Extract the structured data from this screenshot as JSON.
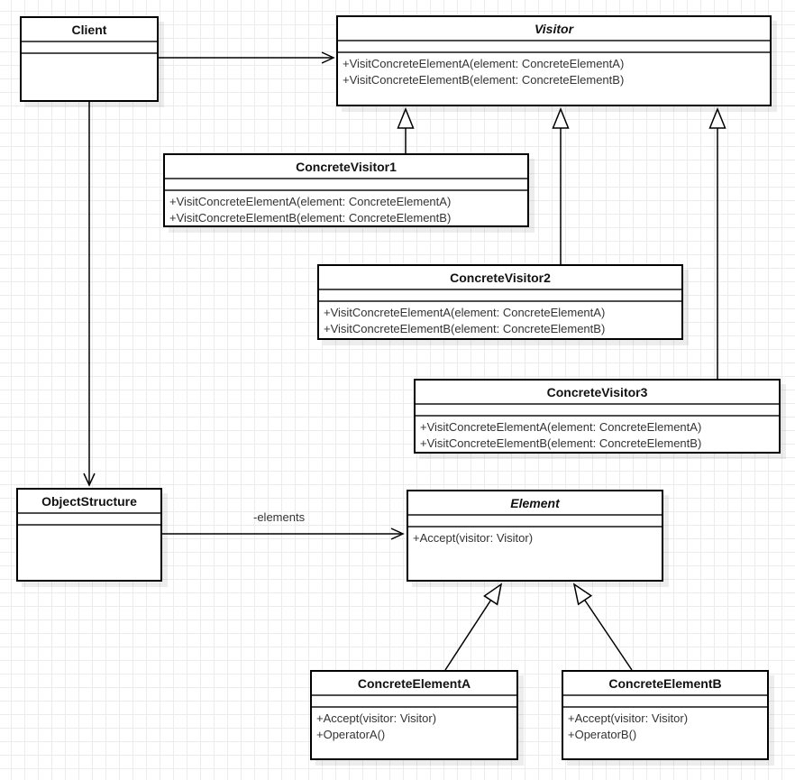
{
  "classes": [
    {
      "name": "Client",
      "abstract": false,
      "methods": []
    },
    {
      "name": "Visitor",
      "abstract": true,
      "methods": [
        "+VisitConcreteElementA(element: ConcreteElementA)",
        "+VisitConcreteElementB(element: ConcreteElementB)"
      ]
    },
    {
      "name": "ConcreteVisitor1",
      "abstract": false,
      "methods": [
        "+VisitConcreteElementA(element: ConcreteElementA)",
        "+VisitConcreteElementB(element: ConcreteElementB)"
      ]
    },
    {
      "name": "ConcreteVisitor2",
      "abstract": false,
      "methods": [
        "+VisitConcreteElementA(element: ConcreteElementA)",
        "+VisitConcreteElementB(element: ConcreteElementB)"
      ]
    },
    {
      "name": "ConcreteVisitor3",
      "abstract": false,
      "methods": [
        "+VisitConcreteElementA(element: ConcreteElementA)",
        "+VisitConcreteElementB(element: ConcreteElementB)"
      ]
    },
    {
      "name": "ObjectStructure",
      "abstract": false,
      "methods": []
    },
    {
      "name": "Element",
      "abstract": true,
      "methods": [
        "+Accept(visitor: Visitor)"
      ]
    },
    {
      "name": "ConcreteElementA",
      "abstract": false,
      "methods": [
        "+Accept(visitor: Visitor)",
        "+OperatorA()"
      ]
    },
    {
      "name": "ConcreteElementB",
      "abstract": false,
      "methods": [
        "+Accept(visitor: Visitor)",
        "+OperatorB()"
      ]
    }
  ],
  "labels": {
    "elements_association": "-elements"
  },
  "colors": {
    "box_border": "#000000",
    "box_fill": "#ffffff",
    "separator": "#4d4d4d",
    "connector": "#000000",
    "grid_line": "#ececec",
    "text": "#333333"
  }
}
